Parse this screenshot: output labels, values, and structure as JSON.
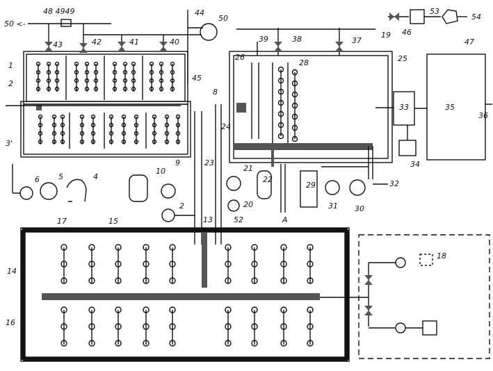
{
  "labels": {
    "l48_49": "48 4949",
    "l50_l": "50 <-",
    "l43": "43",
    "l42": "42",
    "l41": "41",
    "l40": "40",
    "l44": "44",
    "l50": "50",
    "l39": "39",
    "l38": "38",
    "l28": "28",
    "l37": "37",
    "l19": "19",
    "l46": "46",
    "l53": "53",
    "l54": "54",
    "l47": "47",
    "l1": "1",
    "l2": "2",
    "l45": "45",
    "l8": "8",
    "l26": "26",
    "l25": "25",
    "l33": "33",
    "l35": "35",
    "l36": "36",
    "l3": "3'",
    "l24": "24",
    "l34": "34",
    "l6": "6",
    "l5": "5",
    "l4": "4",
    "l10": "10",
    "l9": "9",
    "l23": "23",
    "l21": "21",
    "l22": "22",
    "l20": "20",
    "l29": "29",
    "l31": "31",
    "l30": "30",
    "l32": "32",
    "l2b": "2",
    "l13": "13",
    "l17": "17",
    "l15": "15",
    "l52": "52",
    "lA": "A",
    "l14": "14",
    "l18": "18",
    "l16": "16"
  }
}
